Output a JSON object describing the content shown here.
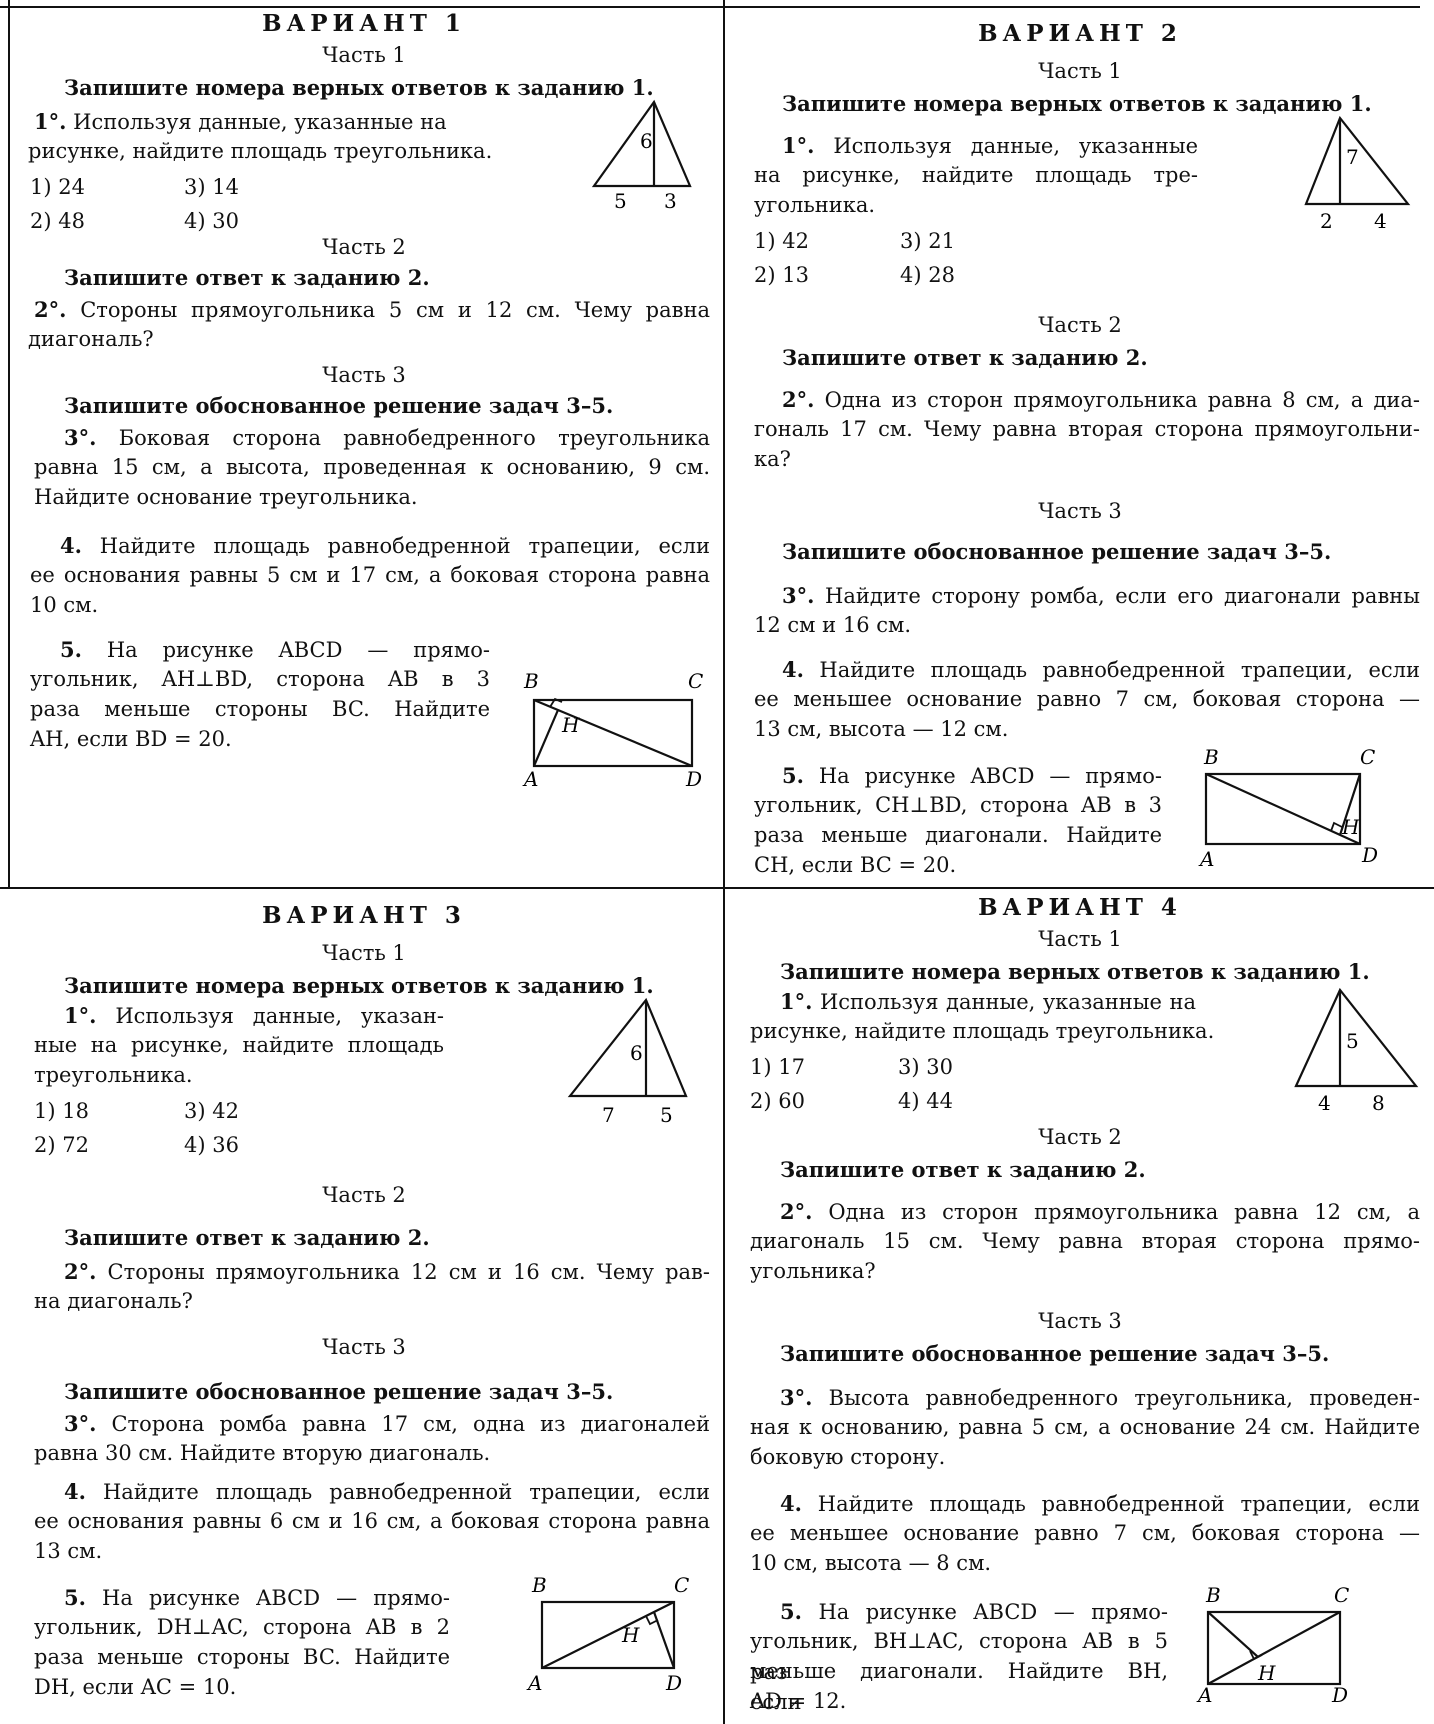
{
  "header_cut": "",
  "variants": [
    {
      "title": "ВАРИАНТ 1",
      "part1": "Часть 1",
      "instr1": "Запишите номера верных ответов к заданию 1.",
      "task1_num": "1°.",
      "task1_lines": [
        "Используя данные, указанные на",
        "рисунке, найдите площадь треугольника."
      ],
      "answers": [
        "1) 24",
        "3) 14",
        "2) 48",
        "4) 30"
      ],
      "fig1": {
        "h": "6",
        "a": "5",
        "b": "3"
      },
      "part2": "Часть 2",
      "instr2": "Запишите ответ к заданию 2.",
      "task2_num": "2°.",
      "task2_lines": [
        "Стороны прямоугольника 5 см и 12 см. Чему равна",
        "диагональ?"
      ],
      "part3": "Часть 3",
      "instr3": "Запишите обоснованное решение задач 3–5.",
      "task3_num": "3°.",
      "task3_lines": [
        "Боковая сторона равнобедренного треугольника",
        "равна 15 см, а высота, проведенная к основанию, 9 см.",
        "Найдите основание треугольника."
      ],
      "task4_num": "4.",
      "task4_lines": [
        "Найдите площадь равнобедренной трапеции, если",
        "ее основания равны 5 см и 17 см, а боковая сторона равна",
        "10 см."
      ],
      "task5_num": "5.",
      "task5_lines": [
        "На рисунке ABCD — прямо-",
        "угольник, AH⊥BD, сторона AB в 3",
        "раза меньше стороны BC. Найдите",
        "AH, если BD = 20."
      ],
      "fig5": {
        "A": "A",
        "B": "B",
        "C": "C",
        "D": "D",
        "H": "H"
      }
    },
    {
      "title": "ВАРИАНТ 2",
      "part1": "Часть 1",
      "instr1": "Запишите номера верных ответов к заданию 1.",
      "task1_num": "1°.",
      "task1_lines": [
        "Используя данные, указанные",
        "на рисунке, найдите площадь тре-",
        "угольника."
      ],
      "answers": [
        "1) 42",
        "3) 21",
        "2) 13",
        "4) 28"
      ],
      "fig1": {
        "h": "7",
        "a": "2",
        "b": "4"
      },
      "part2": "Часть 2",
      "instr2": "Запишите ответ к заданию 2.",
      "task2_num": "2°.",
      "task2_lines": [
        "Одна из сторон прямоугольника равна 8 см, а диа-",
        "гональ 17 см. Чему равна вторая сторона прямоугольни-",
        "ка?"
      ],
      "part3": "Часть 3",
      "instr3": "Запишите обоснованное решение задач 3–5.",
      "task3_num": "3°.",
      "task3_lines": [
        "Найдите сторону ромба, если его диагонали равны",
        "12 см и 16 см."
      ],
      "task4_num": "4.",
      "task4_lines": [
        "Найдите площадь равнобедренной трапеции, если",
        "ее меньшее основание равно 7 см, боковая сторона —",
        "13 см, высота — 12 см."
      ],
      "task5_num": "5.",
      "task5_lines": [
        "На рисунке ABCD — прямо-",
        "угольник, CH⊥BD, сторона AB в 3",
        "раза меньше диагонали. Найдите",
        "CH, если BC = 20."
      ],
      "fig5": {
        "A": "A",
        "B": "B",
        "C": "C",
        "D": "D",
        "H": "H"
      }
    },
    {
      "title": "ВАРИАНТ 3",
      "part1": "Часть 1",
      "instr1": "Запишите номера верных ответов к заданию 1.",
      "task1_num": "1°.",
      "task1_lines": [
        "Используя данные, указан-",
        "ные на рисунке, найдите площадь",
        "треугольника."
      ],
      "answers": [
        "1) 18",
        "3) 42",
        "2) 72",
        "4) 36"
      ],
      "fig1": {
        "h": "6",
        "a": "7",
        "b": "5"
      },
      "part2": "Часть 2",
      "instr2": "Запишите ответ к заданию 2.",
      "task2_num": "2°.",
      "task2_lines": [
        "Стороны прямоугольника 12 см и 16 см. Чему рав-",
        "на диагональ?"
      ],
      "part3": "Часть 3",
      "instr3": "Запишите обоснованное решение задач 3–5.",
      "task3_num": "3°.",
      "task3_lines": [
        "Сторона ромба равна 17 см, одна из диагоналей",
        "равна 30 см. Найдите вторую диагональ."
      ],
      "task4_num": "4.",
      "task4_lines": [
        "Найдите площадь равнобедренной трапеции, если",
        "ее основания равны 6 см и 16 см, а боковая сторона равна",
        "13 см."
      ],
      "task5_num": "5.",
      "task5_lines": [
        "На рисунке ABCD — прямо-",
        "угольник, DH⊥AC, сторона AB в 2",
        "раза меньше стороны BC. Найдите",
        "DH, если AC = 10."
      ],
      "fig5": {
        "A": "A",
        "B": "B",
        "C": "C",
        "D": "D",
        "H": "H"
      }
    },
    {
      "title": "ВАРИАНТ 4",
      "part1": "Часть 1",
      "instr1": "Запишите номера верных ответов к заданию 1.",
      "task1_num": "1°.",
      "task1_lines": [
        "Используя данные, указанные на",
        "рисунке, найдите площадь треугольника."
      ],
      "answers": [
        "1) 17",
        "3) 30",
        "2) 60",
        "4) 44"
      ],
      "fig1": {
        "h": "5",
        "a": "4",
        "b": "8"
      },
      "part2": "Часть 2",
      "instr2": "Запишите ответ к заданию 2.",
      "task2_num": "2°.",
      "task2_lines": [
        "Одна из сторон прямоугольника равна 12 см, а",
        "диагональ 15 см. Чему равна вторая сторона прямо-",
        "угольника?"
      ],
      "part3": "Часть 3",
      "instr3": "Запишите обоснованное решение задач 3–5.",
      "task3_num": "3°.",
      "task3_lines": [
        "Высота равнобедренного треугольника, проведен-",
        "ная к основанию, равна 5 см, а основание 24 см. Найдите",
        "боковую сторону."
      ],
      "task4_num": "4.",
      "task4_lines": [
        "Найдите площадь равнобедренной трапеции, если",
        "ее меньшее основание равно 7 см, боковая сторона —",
        "10 см, высота — 8 см."
      ],
      "task5_num": "5.",
      "task5_lines": [
        "На рисунке ABCD — прямо-",
        "угольник, BH⊥AC, сторона AB в 5 раз",
        "меньше диагонали. Найдите BH, если",
        "AD = 12."
      ],
      "fig5": {
        "A": "A",
        "B": "B",
        "C": "C",
        "D": "D",
        "H": "H"
      }
    }
  ]
}
